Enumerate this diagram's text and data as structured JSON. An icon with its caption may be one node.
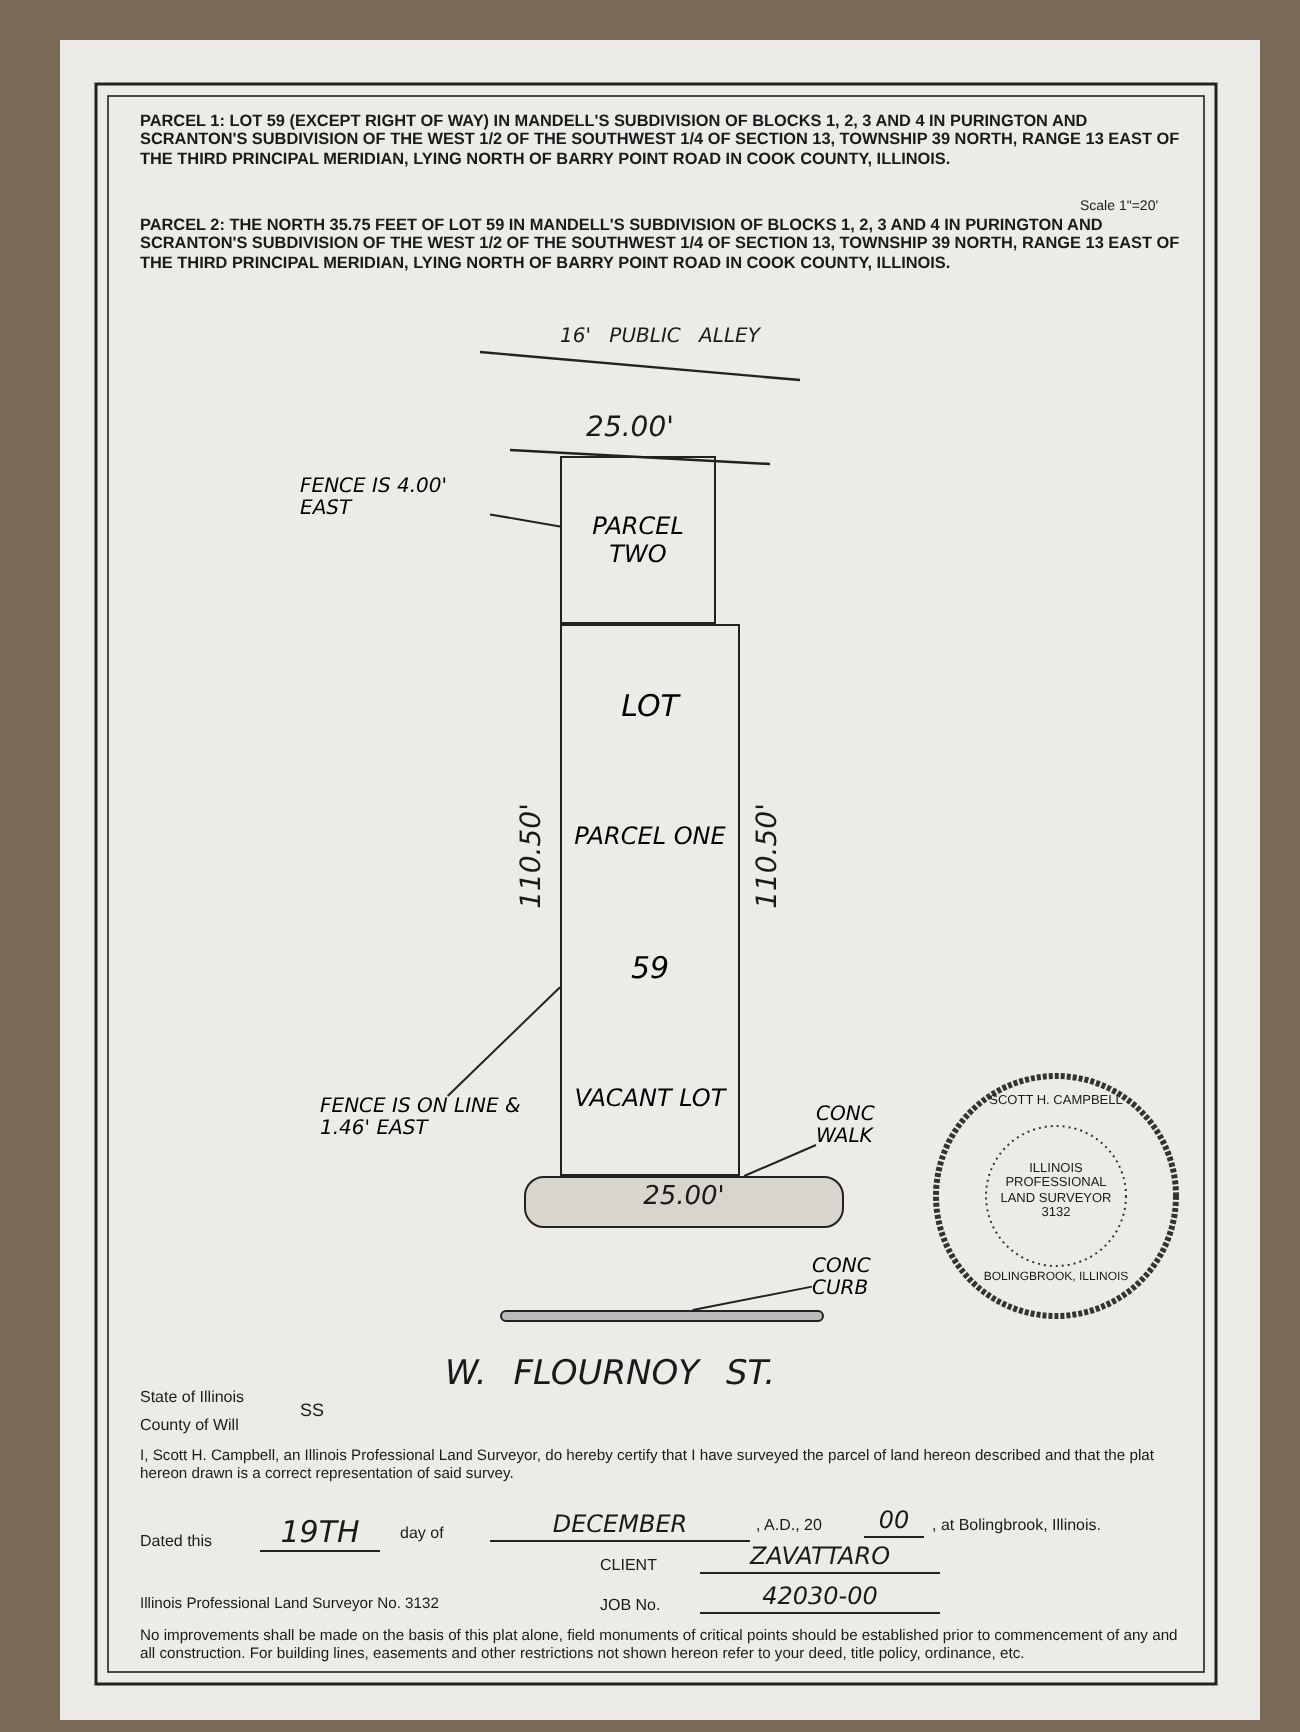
{
  "diagram": {
    "nodes": [
      {
        "text": [
          "PARCEL TWO"
        ],
        "beside": [
          "25.00'"
        ]
      },
      {
        "text": [
          "LOT",
          "PARCEL ONE",
          "59",
          "VACANT LOT"
        ],
        "beside": [
          "110.50'",
          "110.50'"
        ]
      },
      {
        "text": [
          "FENCE IS 4.00' EAST"
        ]
      },
      {
        "text": [
          "FENCE IS ON LINE & 1.46' EAST"
        ]
      },
      {
        "text": [
          "CONC WALK"
        ]
      },
      {
        "text": [],
        "shape": "bar"
      },
      {
        "text": [
          "CONC CURB"
        ]
      },
      {
        "text": [],
        "shape": "bar"
      }
    ],
    "edges": [
      {
        "from": 2,
        "to": 0,
        "arrow": "none"
      },
      {
        "from": 3,
        "to": 1,
        "arrow": "none"
      },
      {
        "from": 4,
        "to": 5,
        "arrow": "none"
      },
      {
        "from": 6,
        "to": 7,
        "arrow": "none"
      }
    ],
    "labels": [
      "PARCEL 1: LOT 59 (EXCEPT RIGHT OF WAY) IN MANDELL'S SUBDIVISION OF BLOCKS 1, 2, 3 AND 4 IN PURINGTON AND SCRANTON'S SUBDIVISION OF THE WEST 1/2 OF THE SOUTHWEST 1/4 OF SECTION 13, TOWNSHIP 39 NORTH, RANGE 13 EAST OF THE THIRD PRINCIPAL MERIDIAN, LYING NORTH OF BARRY POINT ROAD IN COOK COUNTY, ILLINOIS.",
      "PARCEL 2: THE NORTH 35.75 FEET OF LOT 59 IN MANDELL'S SUBDIVISION OF BLOCKS 1, 2, 3 AND 4 IN PURINGTON AND SCRANTON'S SUBDIVISION OF THE WEST 1/2 OF THE SOUTHWEST 1/4 OF SECTION 13, TOWNSHIP 39 NORTH, RANGE 13 EAST OF THE THIRD PRINCIPAL MERIDIAN, LYING NORTH OF BARRY POINT ROAD IN COOK COUNTY, ILLINOIS.",
      "Scale 1\"=20'",
      "16' PUBLIC ALLEY",
      "25.00'",
      "W. FLOURNOY ST.",
      "SCOTT H. CAMPBELL",
      "ILLINOIS PROFESSIONAL LAND SURVEYOR 3132",
      "BOLINGBROOK, ILLINOIS",
      "State of Illinois",
      "County of Will",
      "SS",
      "I, Scott H. Campbell, an Illinois Professional Land Surveyor, do hereby certify that I have surveyed the parcel of land hereon described and that the plat hereon drawn is a correct representation of said survey.",
      "Dated this",
      "19TH",
      "day of",
      "DECEMBER",
      ", A.D., 20",
      "00",
      ", at Bolingbrook, Illinois.",
      "CLIENT",
      "ZAVATTARO",
      "JOB No.",
      "42030-00",
      "Illinois Professional Land Surveyor No. 3132",
      "No improvements shall be made on the basis of this plat alone, field monuments of critical points should be established prior to commencement of any and all construction. For building lines, easements and other restrictions not shown hereon refer to your deed, title policy, ordinance, etc."
    ]
  }
}
